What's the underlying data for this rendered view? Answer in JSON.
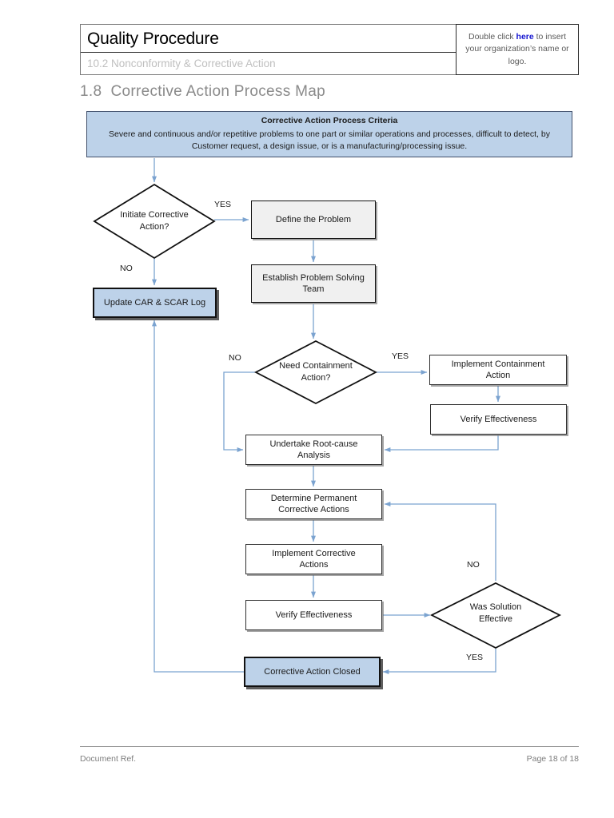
{
  "header": {
    "title": "Quality Procedure",
    "subtitle": "10.2 Nonconformity & Corrective Action",
    "logo_placeholder_part1": "Double click ",
    "logo_placeholder_link": "here",
    "logo_placeholder_part2": " to insert your organization’s name or logo."
  },
  "section": {
    "title": "1.8  Corrective Action Process Map"
  },
  "criteria": {
    "title": "Corrective Action Process Criteria",
    "body": "Severe and continuous and/or repetitive problems to one part or similar operations and processes, difficult to detect, by Customer request, a design issue, or is a manufacturing/processing issue."
  },
  "nodes": {
    "initiate_corrective_action": "Initiate Corrective\nAction?",
    "initiate_line1": "Initiate Corrective",
    "initiate_line2": "Action?",
    "define_the_problem": "Define the Problem",
    "establish_team_line1": "Establish Problem Solving",
    "establish_team_line2": "Team",
    "update_car_scar_log": "Update CAR & SCAR Log",
    "need_containment_line1": "Need Containment",
    "need_containment_line2": "Action?",
    "implement_containment_line1": "Implement Containment",
    "implement_containment_line2": "Action",
    "verify_effectiveness_1": "Verify Effectiveness",
    "undertake_rootcause_line1": "Undertake Root-cause",
    "undertake_rootcause_line2": "Analysis",
    "determine_permanent_line1": "Determine Permanent",
    "determine_permanent_line2": "Corrective Actions",
    "implement_corrective_line1": "Implement Corrective",
    "implement_corrective_line2": "Actions",
    "verify_effectiveness_2": "Verify Effectiveness",
    "was_solution_line1": "Was Solution",
    "was_solution_line2": "Effective",
    "corrective_action_closed": "Corrective Action Closed"
  },
  "edge_labels": {
    "yes_initiate": "YES",
    "no_initiate": "NO",
    "no_containment": "NO",
    "yes_containment": "YES",
    "no_solution": "NO",
    "yes_solution": "YES"
  },
  "footer": {
    "document_ref": "Document Ref.",
    "page_number": "Page 18 of 18"
  },
  "colors": {
    "accent_blue_fill": "#bdd2e9",
    "connector_blue": "#7ba3d0",
    "criteria_border": "#41506b",
    "node_gray_fill": "#f0f0f0",
    "text_dark": "#1a1a1a",
    "muted_gray": "#8a8a8a",
    "link_blue": "#1414d0"
  }
}
